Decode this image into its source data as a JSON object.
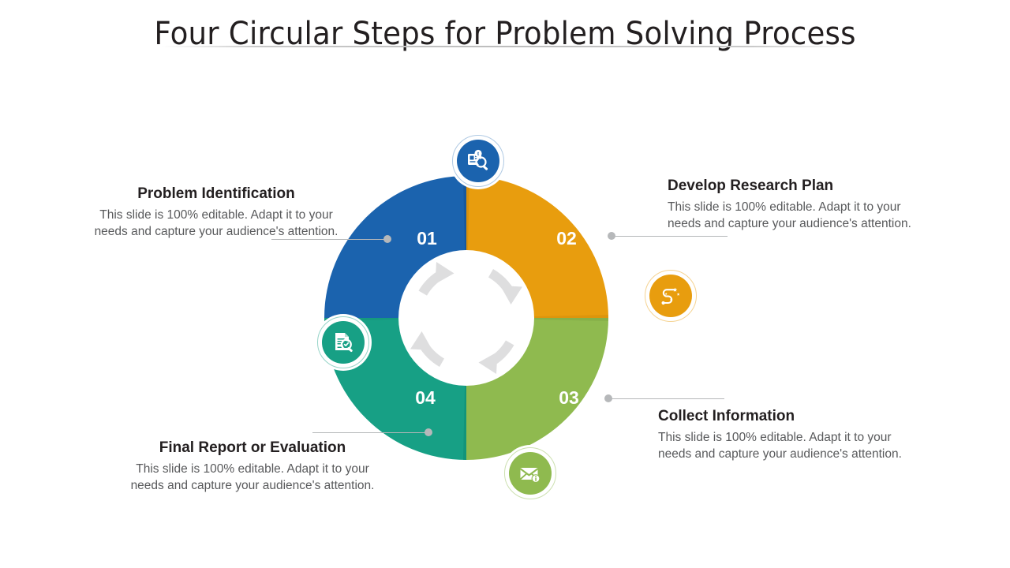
{
  "slide": {
    "title": "Four Circular Steps for Problem Solving Process",
    "background": "#FFFFFF"
  },
  "chart_data": {
    "type": "pie",
    "title": "Four Circular Steps for Problem Solving Process",
    "subtype": "donut",
    "categories": [
      "01",
      "02",
      "03",
      "04"
    ],
    "values": [
      25,
      25,
      25,
      25
    ],
    "legend_position": "outside-callouts",
    "grid": false,
    "colors": [
      "#1B63AE",
      "#E89D0E",
      "#8FBA4F",
      "#17A085"
    ],
    "center_graphic": "cyclic-arrows",
    "segments": [
      {
        "number": "01",
        "label": "Problem Identification",
        "description": "This slide is 100% editable. Adapt it to your needs and capture your audience's attention.",
        "color": "#1B63AE",
        "shadow_color": "#14508F",
        "value": 25,
        "position": "top-left",
        "icon": "document-magnifier-icon",
        "icon_badge_color": "#1B63AE"
      },
      {
        "number": "02",
        "label": "Develop Research Plan",
        "description": "This slide is 100% editable. Adapt it to your needs and capture your audience's attention.",
        "color": "#E89D0E",
        "shadow_color": "#C9860A",
        "value": 25,
        "position": "top-right",
        "icon": "roadmap-strategy-icon",
        "icon_badge_color": "#E89D0E"
      },
      {
        "number": "03",
        "label": "Collect Information",
        "description": "This slide is 100% editable. Adapt it to your needs and capture your audience's attention.",
        "color": "#8FBA4F",
        "shadow_color": "#7BA340",
        "value": 25,
        "position": "bottom-right",
        "icon": "envelope-info-icon",
        "icon_badge_color": "#8FBA4F"
      },
      {
        "number": "04",
        "label": "Final Report or Evaluation",
        "description": "This slide is 100% editable. Adapt it to your needs and capture your audience's attention.",
        "color": "#17A085",
        "shadow_color": "#128A72",
        "value": 25,
        "position": "bottom-left",
        "icon": "document-check-icon",
        "icon_badge_color": "#17A085"
      }
    ]
  }
}
